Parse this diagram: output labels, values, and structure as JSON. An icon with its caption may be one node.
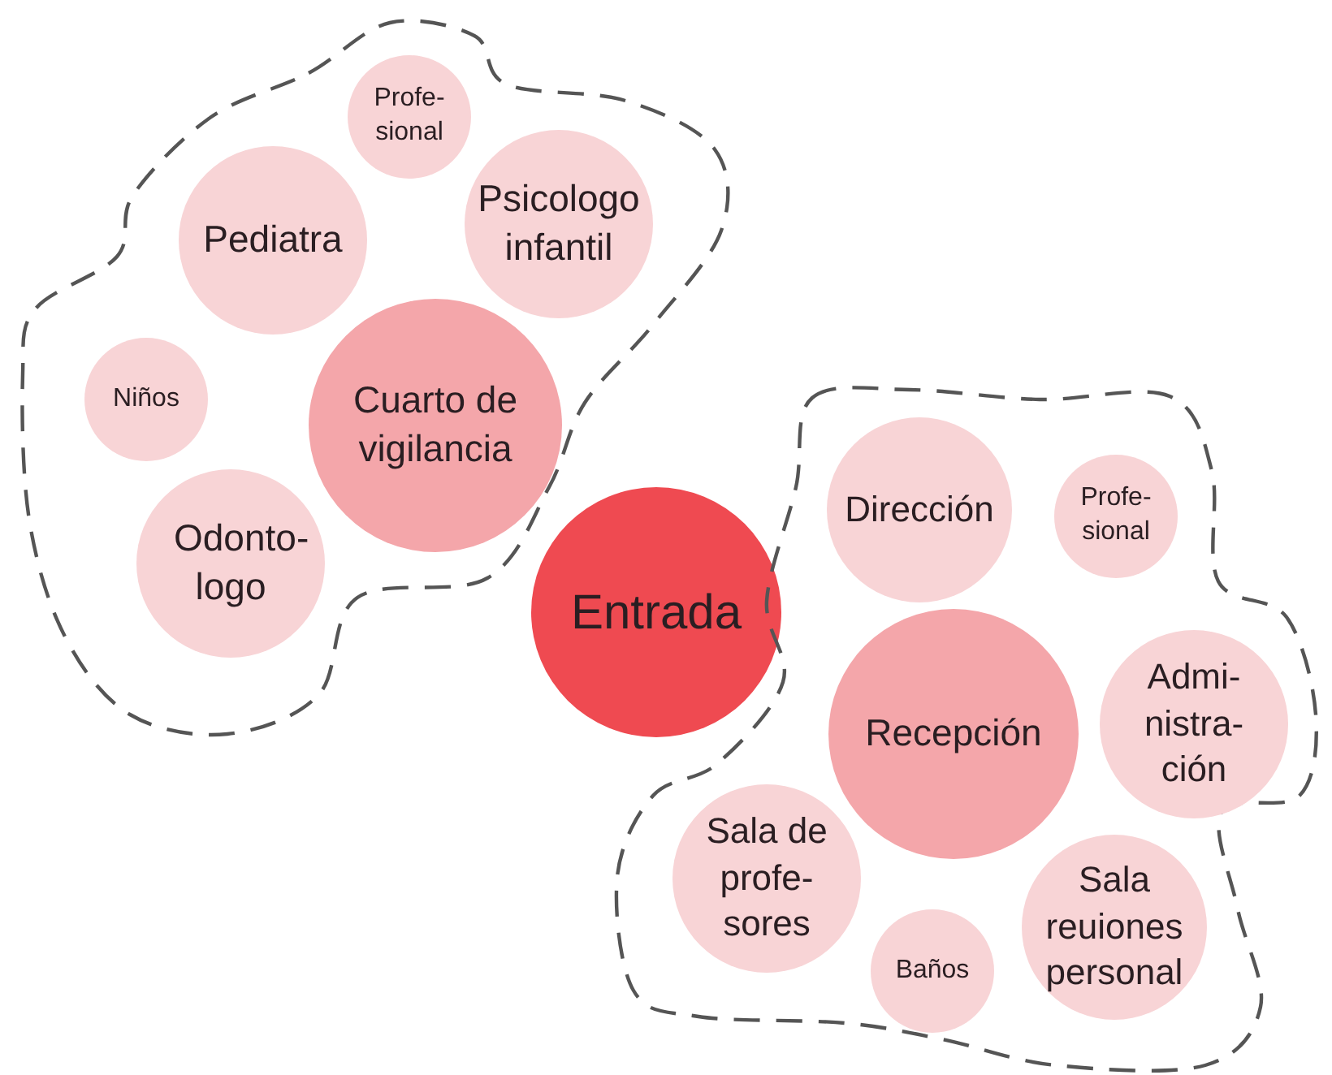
{
  "diagram": {
    "nodes": [
      {
        "text": [],
        "shape": "cloud"
      },
      {
        "text": [
          "Profe- sional"
        ],
        "in": 0
      },
      {
        "text": [
          "Pediatra"
        ],
        "in": 0
      },
      {
        "text": [
          "Psicologo infantil"
        ],
        "in": 0
      },
      {
        "text": [
          "Niños"
        ],
        "in": 0
      },
      {
        "text": [
          "Cuarto de vigilancia"
        ],
        "in": 0
      },
      {
        "text": [
          "Odonto- logo"
        ],
        "in": 0
      },
      {
        "text": [
          "Entrada"
        ]
      },
      {
        "text": [],
        "shape": "cloud"
      },
      {
        "text": [
          "Dirección"
        ],
        "in": 8
      },
      {
        "text": [
          "Profe- sional"
        ],
        "in": 8
      },
      {
        "text": [
          "Recepción"
        ],
        "in": 8
      },
      {
        "text": [
          "Admi- nistra- ción"
        ],
        "in": 8
      },
      {
        "text": [
          "Sala de profe- sores"
        ],
        "in": 8
      },
      {
        "text": [
          "Baños"
        ],
        "in": 8
      },
      {
        "text": [
          "Sala reuiones personal"
        ],
        "in": 8
      }
    ]
  }
}
